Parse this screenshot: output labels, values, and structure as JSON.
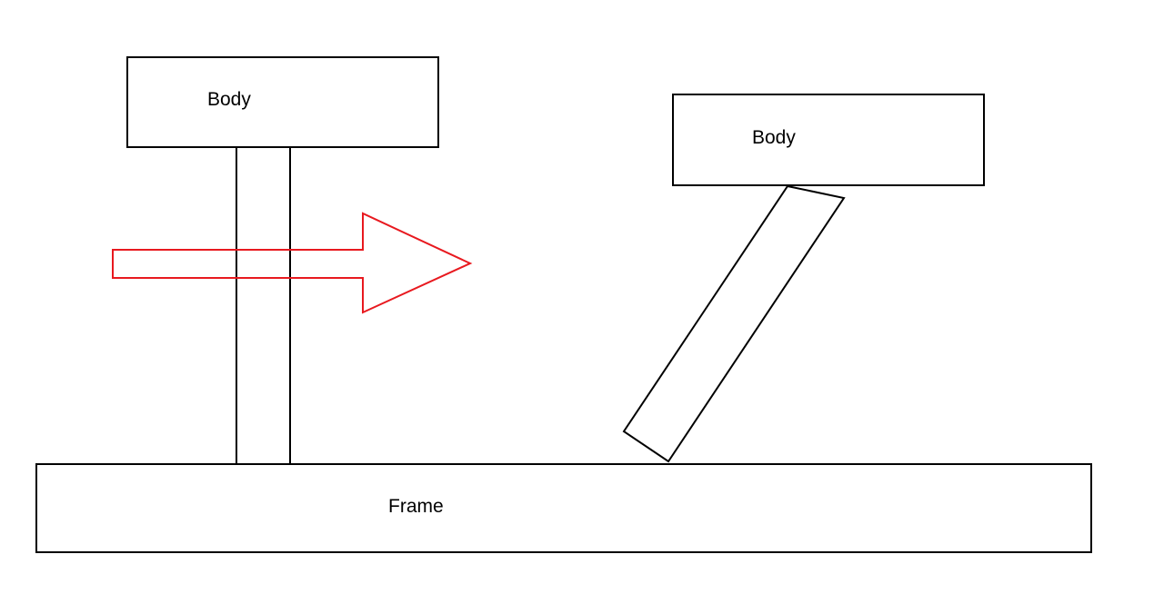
{
  "diagram": {
    "left_body_label": "Body",
    "right_body_label": "Body",
    "frame_label": "Frame"
  },
  "colors": {
    "arrow": "#e8191f",
    "outline": "#000000",
    "background": "#ffffff"
  }
}
